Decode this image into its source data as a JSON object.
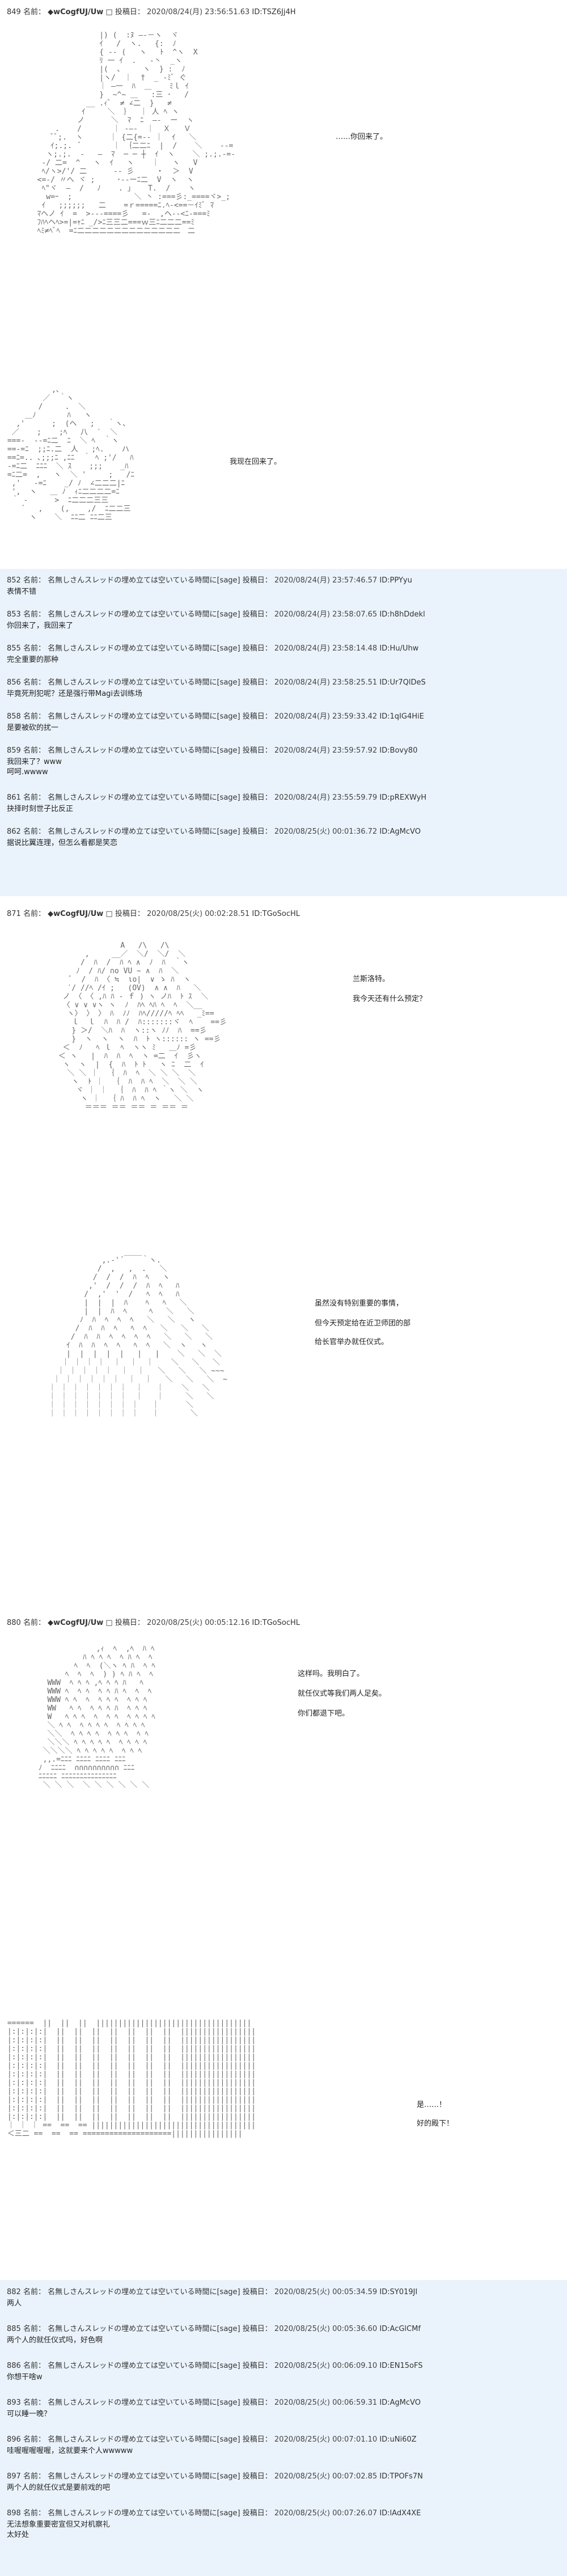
{
  "posts": [
    {
      "num": "849",
      "name_label": "名前：",
      "name": "◆wCogfUJ/Uw",
      "flag": "□",
      "date_label": "投稿日：",
      "date": "2020/08/24(月) 23:56:51.63",
      "id": "ID:TSZ6Jj4H",
      "lines": [
        "……你回来了。",
        "我现在回来了。"
      ]
    },
    {
      "num": "852",
      "name_label": "名前：",
      "name": "名無しさんスレッドの埋め立ては空いている時間に[sage]",
      "date_label": "投稿日：",
      "date": "2020/08/24(月) 23:57:46.57",
      "id": "ID:PPYyu",
      "lines": [
        "表情不错"
      ]
    },
    {
      "num": "853",
      "name_label": "名前：",
      "name": "名無しさんスレッドの埋め立ては空いている時間に[sage]",
      "date_label": "投稿日：",
      "date": "2020/08/24(月) 23:58:07.65",
      "id": "ID:h8hDdekl",
      "lines": [
        "你回来了，我回来了"
      ]
    },
    {
      "num": "855",
      "name_label": "名前：",
      "name": "名無しさんスレッドの埋め立ては空いている時間に[sage]",
      "date_label": "投稿日：",
      "date": "2020/08/24(月) 23:58:14.48",
      "id": "ID:Hu/Uhw",
      "lines": [
        "完全重要的那种"
      ]
    },
    {
      "num": "856",
      "name_label": "名前：",
      "name": "名無しさんスレッドの埋め立ては空いている時間に[sage]",
      "date_label": "投稿日：",
      "date": "2020/08/24(月) 23:58:25.51",
      "id": "ID:Ur7QlDeS",
      "lines": [
        "毕竟死刑犯呢？还是强行带Magi去训练场"
      ]
    },
    {
      "num": "858",
      "name_label": "名前：",
      "name": "名無しさんスレッドの埋め立ては空いている時間に[sage]",
      "date_label": "投稿日：",
      "date": "2020/08/24(月) 23:59:33.42",
      "id": "ID:1qIG4HiE",
      "lines": [
        "是要被砍的扰一"
      ]
    },
    {
      "num": "859",
      "name_label": "名前：",
      "name": "名無しさんスレッドの埋め立ては空いている時間に[sage]",
      "date_label": "投稿日：",
      "date": "2020/08/24(月) 23:59:57.92",
      "id": "ID:Bovy80",
      "lines": [
        "我回来了？www",
        "呵呵.wwww"
      ]
    },
    {
      "num": "861",
      "name_label": "名前：",
      "name": "名無しさんスレッドの埋め立ては空いている時間に[sage]",
      "date_label": "投稿日：",
      "date": "2020/08/24(月) 23:55:59.79",
      "id": "ID:pREXWyH",
      "lines": [
        "抉择时刻世子比反正"
      ]
    },
    {
      "num": "862",
      "name_label": "名前：",
      "name": "名無しさんスレッドの埋め立ては空いている時間に[sage]",
      "date_label": "投稿日：",
      "date": "2020/08/25(火) 00:01:36.72",
      "ID": "",
      "id": "ID:AgMcVO",
      "lines": [
        "据说比翼连理，但怎么看都是笑恋"
      ]
    },
    {
      "num": "871",
      "name_label": "名前：",
      "name": "◆wCogfUJ/Uw",
      "flag": "□",
      "date_label": "投稿日：",
      "date": "2020/08/25(火) 00:02:28.51",
      "id": "ID:TGoSocHL",
      "lines": [
        "兰斯洛特。",
        "我今天还有什么预定？",
        "虽然没有特别重要的事情，",
        "但今天预定给在近卫师团的部",
        "给长官举办就任仪式。"
      ]
    },
    {
      "num": "880",
      "name_label": "名前：",
      "name": "◆wCogfUJ/Uw",
      "flag": "□",
      "date_label": "投稿日：",
      "date": "2020/08/25(火) 00:05:12.16",
      "id": "ID:TGoSocHL",
      "lines": [
        "这样吗。我明白了。",
        "就任仪式等我们两人足矣。",
        "你们都退下吧。",
        "是……！",
        "好的殿下！"
      ]
    },
    {
      "num": "882",
      "name_label": "名前：",
      "name": "名無しさんスレッドの埋め立ては空いている時間に[sage]",
      "date_label": "投稿日：",
      "date": "2020/08/25(火) 00:05:34.59",
      "id": "ID:SY019JI",
      "lines": [
        "两人"
      ]
    },
    {
      "num": "885",
      "name_label": "名前：",
      "name": "名無しさんスレッドの埋め立ては空いている時間に[sage]",
      "date_label": "投稿日：",
      "date": "2020/08/25(火) 00:05:36.60",
      "id": "ID:AcGlCMf",
      "lines": [
        "两个人的就任仪式吗，好色啊"
      ]
    },
    {
      "num": "886",
      "name_label": "名前：",
      "name": "名無しさんスレッドの埋め立ては空いている時間に[sage]",
      "date_label": "投稿日：",
      "date": "2020/08/25(火) 00:06:09.10",
      "id": "ID:EN15oFS",
      "lines": [
        "你想干啥w"
      ]
    },
    {
      "num": "893",
      "name_label": "名前：",
      "name": "名無しさんスレッドの埋め立ては空いている時間に[sage]",
      "date_label": "投稿日：",
      "date": "2020/08/25(火) 00:06:59.31",
      "id": "ID:AgMcVO",
      "lines": [
        "可以睡一晚？"
      ]
    },
    {
      "num": "896",
      "name_label": "名前：",
      "name": "名無しさんスレッドの埋め立ては空いている時間に[sage]",
      "date_label": "投稿日：",
      "date": "2020/08/25(火) 00:07:01.10",
      "id": "ID:uNi60Z",
      "lines": [
        "哇喔喔喔喔喔，这就要来个人wwwww"
      ]
    },
    {
      "num": "897",
      "name_label": "名前：",
      "name": "名無しさんスレッドの埋め立ては空いている時間に[sage]",
      "date_label": "投稿日：",
      "date": "2020/08/25(火) 00:07:02.85",
      "id": "ID:TPOFs7N",
      "lines": [
        "两个人的就任仪式是要前戏的吧"
      ]
    },
    {
      "num": "898",
      "name_label": "名前：",
      "name": "名無しさんスレッドの埋め立ては空いている時間に[sage]",
      "date_label": "投稿日：",
      "date": "2020/08/25(火) 00:07:26.07",
      "id": "ID:lAdX4XE",
      "lines": [
        "无法想象重要密宣但又对机察礼",
        "太好处"
      ]
    }
  ],
  "art": {
    "a1": "                |) (  :ﾇ ―‐－ヽ  ヾ\n                ｲ   /  ヽ.   {:  ﾉ\n                { -- (   ヽ   ﾄ  ^ヽ  X\n                ﾘ 一 ｲ  .   -丶  _ヽ\n                |(  ､     ヽ  } :  ﾉ\n                |ヽ/  ｜  †  _ -ﾐﾞ ぐ\n                ｜ ―一  ﾊ  ＿    ﾐｌ ｲ\n                }  ~^~ ＿   :三 ･   /\n             __ .ｨﾞ  ≠ ∠二  }   ≠\n            ｲ     ＼  ｝  ｜ 人 ﾍ ヽ\n           ノ      ＼  ﾏ  ﾆ  ―‐  ー  ヽ\n      .    /       ｜ ‐―‐  ｜  Ｘ   Ｖ\n     ﾞﾞ;.  ヽ      ｜ {二{=-- ｜  ｲ   ＼\n     ｲ;.;.  ﾞ       ｜ ｛二二ﾆ  |  /    ＼    --=\n    ヽ;.;.  -   ―  ﾏ  ─ ─ ┼  ｲ  ヽ    ＼ ;.;.-=-\n   ‐/ 二=  ^   ヽ  ｲ   ヽ    ｜   ヽ   V\n   ﾍ/ヽ>/'/ 二      -‐ 彡     ・  ＞  V\n  <=‐/ 〃へ ヾ ;     ･-‐ーﾆ二  V  ヽ  ヽ\n   ﾍ\"ヾ  ―  /   ﾉ    . 」   T.  /    ヽ\n    w=ｰ  ;              ＼ 丶 :===彡:_====ヾ>_;\n   ｲ   ;;;;;;   二    =ｒ=====ﾆ.ﾍ-<==－ｲﾐﾞ ﾏ\n  ﾏヘノ ｲ  =  >‐--====彡   =-  ,ヘ--<ﾆ-===ﾐ\n  ﾌﾊﾍヘﾍ>=|=ｬﾆ _/>ﾆ三三二===ｗ三ﾆ二二二==ﾐ\n  ﾍﾐ≠ﾍﾞﾍ  =ﾆ二二二二二二二二二二二二二二　二",
    "a2": "           ,､\n         ／  ｀ヽ\n        /     .  ＼\n     ＿ﾉ       ﾊ   ヽ\n   ,'      ;  (ヘ   ;   ｀ヽ、\n  ／    ;    ;ﾍ   八  ′  ＼\n ===‐  -‐=ﾆ二  ﾆ  ＼ ﾍ  ｀ヽ\n ==‐=ﾆ  ;;ﾆ.二  人   ;ﾍ.    ハ\n ==ﾆ=.. ､;;;ﾆ ,ﾆﾆ  ｀ ﾍ ;'/   ﾊ\n ‐=ﾆ二  ﾆﾆﾆ  ＼ ｽ    ;;;    _ﾊ\n =ﾆ二=  ,   ヽ  ＼ '     ;   /ﾆ\n  ,'   ‐=ﾆ    _/ ﾉ  ∠二二二|ﾆ\n  ',  ヽ   ＿ ﾉ  ｨﾆ二二二二=ﾆ\n  ｀ ‐      >  ﾆ二二二三三\n    ´   ,    (,    ,/  ﾆ二二三\n      ヽ    ＼  ﾆﾆ二 ﾆﾆ二三",
    "a3": "               A   /\\   /\\\n       ,     __／  ＼/  ＼/  ＼\n      /  ﾊ  /  ﾊ ﾍ ∧  ﾉ  ﾊ  ｀ヽ\n     ﾉ  / ﾊ/ ∩ο VU ~ ∧  ﾊ  ＼\n    ﾞ  /  ﾊ 〈 ≒  ιo|  ∨ ゝ ﾊ  ヽ\n   ′/ //ﾍ /ｲ ;   (OV)  ∧ ∧  ﾊ   ＼\n  ノ 〈 〈 ,ﾊ ﾊ ‐ ｆ ) ヽ ノﾊ  ﾄ ｽ  ＼\n  〈 ∨ ∨ ∨ヽ ヽ  ﾉ  ﾊﾍ ﾍﾊ ﾍ  ﾍ  ＼__\n   ヽ〉 〉 〉 ﾊ  ﾉﾉ  ﾊﾍ/////ﾍ ﾍﾍ   _ﾐ==\n    ｌ  ｌ  ﾊ  ﾊ /  ﾊ:::::::ヾ  ﾍ    ==彡\n    } ＞/  ＼ﾊ  ﾊ  ヽ::ヽ ﾉﾉ  ﾊ  ==彡\n    }  ヽ  ヽ  ヽ  ﾊ  ﾄ ヽ:::::: ヽ ==彡\n  ＜  ﾉ   ﾍ ｌ  ﾍ  ヽヽ ﾐ   ＿ﾉ =彡\n ＜ ヽ   |  ﾊ  ﾊ  ﾍ  ヽ =二  ｲ  彡ヽ\n  ヽ  ヽ  |  {  ﾊ  ﾄ ﾄ   ヽ ﾆ  二  ｲ\n   ＼ ＼ ｜  ｛  ﾊ  ﾍ  ＼ ＼ ＼  ＼\n    ヽ  ﾄ ｜  ｛  ﾊ  ﾊ ﾍ  ＼  ＼ ＼\n     ヾ ｜ ｜  ｛  ﾊ  ﾊ ﾍ ｀ヽ ＼  ヽ\n      ヽ ｜  ｛ ﾊ  ﾊ ﾍ  ヽ   ＼ ＼\n       ＝＝＝ ＝＝ ＝＝ ＝ ＝＝ ＝",
    "a4": "                   ____\n              ,.-'´    ｀ヽ.\n             /  ,   ,  .   ＼\n            /  /  /  ﾊ  ﾍ   ヽ\n           ,'  /  /  /  ﾊ  ﾍ   ﾊ\n          /  ,'  '  /   ﾍ  ﾍ   ﾊ\n          |  |  |  ﾊ    ﾍ   ﾍ   ＼\n          |  |  ﾊ  ﾍ     ﾍ   ＼   ＼\n         ﾉ  ﾊ  ﾍ  ﾍ  ﾍ   ＼   ＼   ヽ\n        /  ﾊ  ﾊ  ﾍ   ﾍ  ﾍ   ＼   ＼   ＼\n       /  ﾊ  ﾊ  ﾍ  ﾍ  ﾍ  ﾍ   ＼   ＼   ＼\n      ｲ  ﾊ  ﾊ  ﾍ  ﾍ   ﾍ  ﾍ   ＼  ヽ   ヽ\n      |  |  |  |  |   |   |    ＼   ＼  ＼\n     ｜ ｜ ｜ ｜  ｜  ｜  ｜    ＼   ＼   ＼\n    ｜ ｜ ｜ ｜ ｜  ｜  ｜   ＼   ＼   ＼ ~~~\n   ｜ ｜ ｜ ｜ ｜ ｜  ｜  ｜   ＼   ＼   ＼  ~\n  ｜ ｜ ｜ ｜ ｜ ｜ ｜  ｜   ｜    ＼   ＼\n  ｜ ｜ ｜ ｜ ｜ ｜ ｜  ｜   ｜     ＼   ＼\n  ｜ ｜ ｜ ｜ ｜ ｜ ｜ ｜   ｜      ＼\n  ｜ ｜ ｜ ｜ ｜ ｜ ｜ ｜   ｜       ＼",
    "a5": "              ,ｨ  ﾍ  ,ﾍ  ﾊ ﾍ\n           ﾊ ﾍ ﾍ ﾍ  ﾍ ﾊ ﾍ  ﾍ\n         ﾍ  ﾍ  (＼ヽ ﾍ ﾊ  ﾍ ﾍ\n       ﾍ  ﾍ  ﾍ  ) ) ﾍ ﾊ ﾍ  ﾍ\n   WWW  ﾍ ﾍ ﾍ ,ﾍ ﾍ ﾍ ﾊ   ﾍ\n   WWW ﾍ  ﾍ ﾍ  ﾍ ﾍ ﾊ ﾍ  ﾍ  ﾍ\n   WWW ﾍ ﾍ  ﾍ  ﾍ ﾍ ﾍ  ﾍ ﾍ ﾍ\n   WW   ﾍ ﾍ  ﾍ ﾍ ﾍ ﾊ  ﾍ ﾍ ﾍ\n   W   ﾍ ﾍ ﾍ  ﾍ  ﾍ ﾍ  ﾍ ﾍ ﾍ ﾍ\n   ＼ ﾍ ﾍ  ﾍ ﾍ ﾍ ﾍ  ﾍ ﾍ ﾍ ﾍ\n   ＼＼  ﾍ ﾍ ﾍ ﾍ  ﾍ ﾍ ﾍ  ﾍ ﾍ\n   ＼＼＼ ﾍ ﾍ ﾍ ﾍ ﾍ  ﾍ ﾍ ﾍ ﾍ\n  ＼＼＼＼ ﾍ ﾍ ﾍ ﾍ ﾍ  ﾍ ﾍ ﾍ\n  ,,.=ﾆﾆﾆ ﾆﾆﾆﾆ ﾆﾆﾆﾆ ﾆﾆﾆ\n ﾉ  ﾆﾆﾆﾆ  ∩∩∩∩∩∩∩∩∩∩ ﾆﾆﾆ\n ﾆﾆﾆﾆﾆ ﾆﾆﾆﾆﾆﾆﾆﾆﾆﾆﾆﾆﾆﾆﾆ\n  ＼ ＼ ＼  ＼ ＼ ＼ ＼ ＼ ＼",
    "a6": " ======  ||  ||  ||  |||||||||||||||||||||||||||||||||||\n |:|:|:|:|  ||  ||  ||  ||  ||  ||  ||  |||||||||||||||||\n |:|:|:|:|  ||  ||  ||  ||  ||  ||  ||  |||||||||||||||||\n |:|:|:|:|  ||  ||  ||  ||  ||  ||  ||  |||||||||||||||||\n |:|:|:|:|  ||  ||  ||  ||  ||  ||  ||  |||||||||||||||||\n |:|:|:|:|  ||  ||  ||  ||  ||  ||  ||  |||||||||||||||||\n |:|:|:|:|  ||  ||  ||  ||  ||  ||  ||  |||||||||||||||||\n |:|:|:|:|  ||  ||  ||  ||  ||  ||  ||  |||||||||||||||||\n |:|:|:|:|  ||  ||  ||  ||  ||  ||  ||  |||||||||||||||||\n |:|:|:|:|  ||  ||  ||  ||  ||  ||  ||  |||||||||||||||||\n |:|:|:|:|  ||  ||  ||  ||  ||  ||  ||  |||||||||||||||||\n |:|:|:|:|  ||  ||  ||  ||  ||  ||  ||  |||||||||||||||||\n ｜ ｜ ｜ ==  ==  == |||||||||||||||||||||||||||||||||||||\n ＜三二 ==  ==  == ====================||||||||||||||||"
  }
}
